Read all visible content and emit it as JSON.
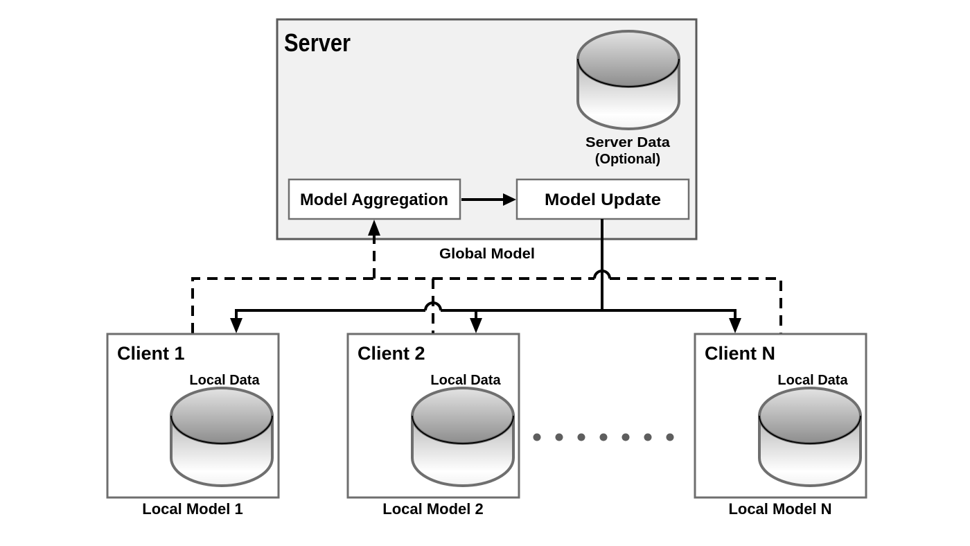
{
  "figure": {
    "kind": "federated-learning architecture diagram",
    "background": "#ffffff"
  },
  "server": {
    "title": "Server",
    "database_label_line1": "Server Data",
    "database_label_line2": "(Optional)",
    "aggregation_label": "Model Aggregation",
    "update_label": "Model Update"
  },
  "edges": {
    "global_model_label": "Global Model"
  },
  "clients": [
    {
      "name": "Client 1",
      "data_label": "Local Data",
      "model_label": "Local Model 1"
    },
    {
      "name": "Client 2",
      "data_label": "Local Data",
      "model_label": "Local Model 2"
    },
    {
      "name": "Client N",
      "data_label": "Local Data",
      "model_label": "Local Model N"
    }
  ],
  "ellipsis": {
    "dot_count": 7
  },
  "colors": {
    "server_fill": "#f1f1f1",
    "server_border": "#595959",
    "box_border": "#6e6e6e",
    "line": "#000000",
    "dot": "#5e5e5e",
    "cyl_border": "#6f6f6f"
  }
}
